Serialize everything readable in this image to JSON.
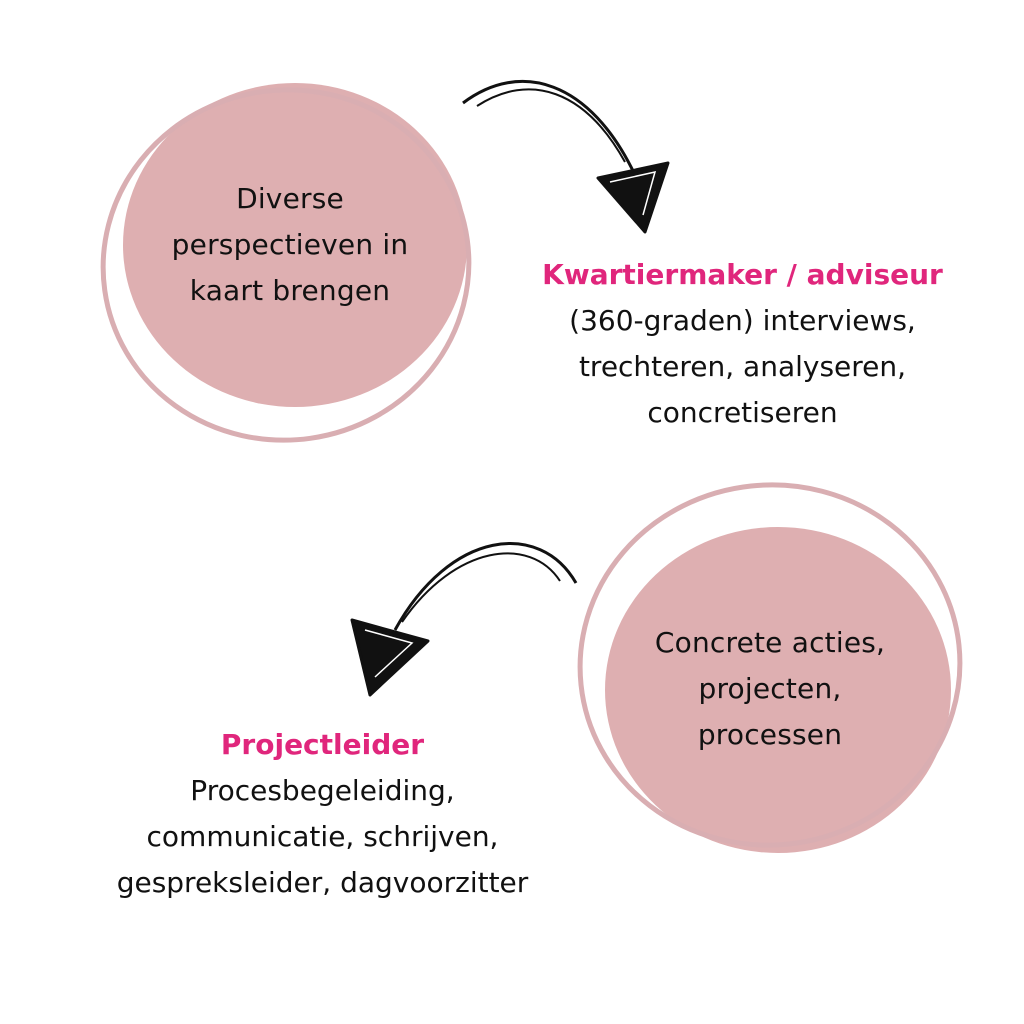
{
  "colors": {
    "circle_fill": "#deafb1",
    "circle_ring": "#d9aeb2",
    "accent": "#e0267c",
    "text": "#111111",
    "arrow": "#111111"
  },
  "circles": [
    {
      "id": "circle1",
      "lines": [
        "Diverse",
        "perspectieven in",
        "kaart brengen"
      ]
    },
    {
      "id": "circle2",
      "lines": [
        "Concrete acties,",
        "projecten,",
        "processen"
      ]
    }
  ],
  "roles": [
    {
      "title": "Kwartiermaker / adviseur",
      "lines": [
        "(360-graden) interviews,",
        "trechteren, analyseren,",
        "concretiseren"
      ]
    },
    {
      "title": "Projectleider",
      "lines": [
        "Procesbegeleiding,",
        "communicatie, schrijven,",
        "gespreksleider, dagvoorzitter"
      ]
    }
  ],
  "icons": {
    "arrow1": "curved-arrow-down-right-icon",
    "arrow2": "curved-arrow-down-left-icon"
  }
}
